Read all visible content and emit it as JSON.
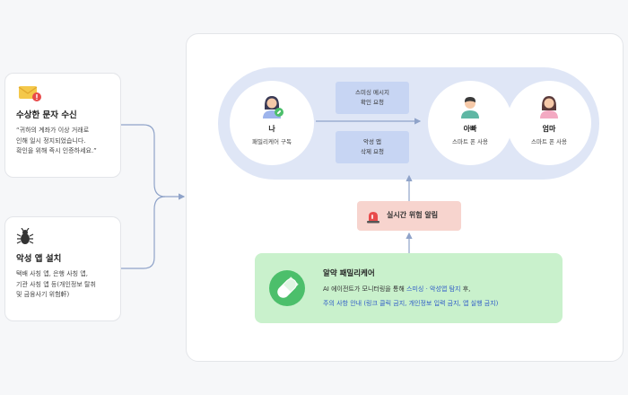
{
  "left_cards": {
    "sms": {
      "title": "수상한 문자 수신",
      "body": "“귀하의 계좌가 이상 거래로\n인해 일시 정지되었습니다.\n확인을 위해 즉시 인증하세요.”"
    },
    "malware": {
      "title": "악성 앱 설치",
      "body": "택배 사칭 앱, 은행 사칭 앱,\n기관 사칭 앱 등(개인정보 탈취\n및 금융사기 위험軒)"
    }
  },
  "family": {
    "me": {
      "name": "나",
      "sub": "패밀리케어 구독"
    },
    "dad": {
      "name": "아빠",
      "sub": "스마트 폰 사용"
    },
    "mom": {
      "name": "엄마",
      "sub": "스마트 폰 사용"
    }
  },
  "messages": {
    "smishing": {
      "line1": "스미싱 메시지",
      "line2": "확인 요청"
    },
    "delete": {
      "line1": "악성 앱",
      "line2": "삭제 요청"
    }
  },
  "alert": {
    "label": "실시간 위험 알림"
  },
  "care": {
    "title": "알약 패밀리케어",
    "line1_pre": "AI 에이전트가 모니터링을 통해 ",
    "line1_hl": "스미싱 · 악성앱 탐지",
    "line1_post": " 후,",
    "line2": "주의 사항 안내 (링크 클릭 금지, 개인정보 입력 금지, 앱 실행 금지)"
  },
  "colors": {
    "band": "#dfe6f6",
    "message_box": "#c7d5f3",
    "alert": "#f7d4ce",
    "care": "#c9f1cc",
    "highlight": "#2f5cc7",
    "arrow": "#8fa3c9"
  },
  "icons": {
    "sms": "envelope-alert-icon",
    "malware": "bug-icon",
    "alert": "siren-icon",
    "care": "pill-icon"
  }
}
